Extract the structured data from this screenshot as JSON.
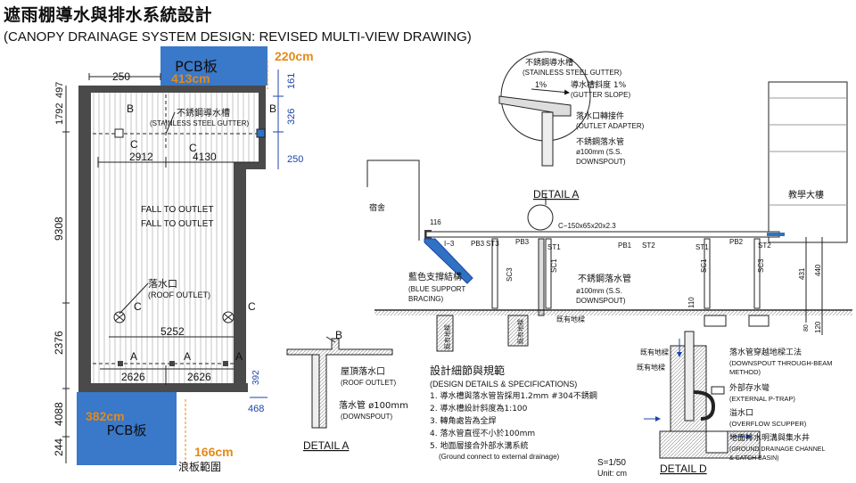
{
  "title": "遮雨棚導水與排水系統設計",
  "subtitle": "(CANOPY DRAINAGE SYSTEM DESIGN: REVISED MULTI-VIEW DRAWING)",
  "plan": {
    "pcb_top_label": "PCB板",
    "pcb_top_dim": "413cm",
    "pcb_top_height": "220cm",
    "pcb_bottom_label": "PCB板",
    "pcb_bottom_dim": "382cm",
    "pcb_bottom_height": "166cm",
    "dim_250_top": "250",
    "dim_497": "497",
    "dim_1792": "1792",
    "dim_9308": "9308",
    "dim_2376": "2376",
    "dim_4088": "4088",
    "dim_244": "244",
    "dim_161": "161",
    "dim_326": "326",
    "dim_250_right": "250",
    "dim_2912": "2912",
    "dim_4130": "4130",
    "dim_5252": "5252",
    "dim_2626_a": "2626",
    "dim_2626_b": "2626",
    "dim_468": "468",
    "dim_392": "392",
    "gutter_zh": "不銹鋼導水槽",
    "gutter_en": "(STAINLESS STEEL GUTTER)",
    "fall_1": "FALL TO OUTLET",
    "fall_2": "FALL TO OUTLET",
    "roof_outlet_zh": "落水口",
    "roof_outlet_en": "(ROOF OUTLET)",
    "label_b1": "B",
    "label_b2": "B",
    "label_c1": "C",
    "label_c2": "C",
    "label_c3": "C",
    "label_c4": "C",
    "label_a1": "A",
    "label_a2": "A",
    "label_a3": "A",
    "wave_board": "浪板範圍"
  },
  "detail_a_top": {
    "gutter_zh": "不銹鋼導水槽",
    "gutter_en": "(STAINLESS STEEL GUTTER)",
    "slope_pct": "1%",
    "slope_zh": "導水槽斜度 1%",
    "slope_en": "(GUTTER SLOPE)",
    "adapter_zh": "落水口轉接件",
    "adapter_en": "(OUTLET ADAPTER)",
    "downspout_zh": "不銹鋼落水管",
    "downspout_size": "ø100mm (S.S.",
    "downspout_en": "DOWNSPOUT)",
    "caption": "DETAIL A"
  },
  "elevation": {
    "dorm": "宿舍",
    "teaching": "教學大樓",
    "beam": "C−150x65x20x2.3",
    "dim_116": "116",
    "i3": "I−3",
    "labels": [
      "PB3",
      "ST3",
      "PB3",
      "ST1",
      "PB1",
      "ST2",
      "ST1",
      "PB2",
      "ST2"
    ],
    "sc3_a": "SC3",
    "sc1_a": "SC1",
    "sc1_b": "SC1",
    "sc3_b": "SC3",
    "blue_zh": "藍色支撐結構",
    "blue_en1": "(BLUE SUPPORT",
    "blue_en2": "BRACING)",
    "ds_zh": "不銹鋼落水管",
    "ds_size": "ø100mm (S.S.",
    "ds_en": "DOWNSPOUT)",
    "existing_beam": "既有地樑",
    "existing_beam_v1": "既有地樑",
    "existing_beam_v2": "既有地樑",
    "dim_110": "110",
    "dim_431": "431",
    "dim_440": "440",
    "dim_80": "80",
    "dim_120": "120"
  },
  "detail_b": {
    "label_b": "B",
    "outlet_zh": "屋頂落水口",
    "outlet_en": "(ROOF OUTLET)",
    "pipe_zh": "落水管 ø100mm",
    "pipe_en": "(DOWNSPOUT)",
    "caption": "DETAIL A"
  },
  "specs": {
    "heading_zh": "設計細節與規範",
    "heading_en": "(DESIGN DETAILS & SPECIFICATIONS)",
    "items": [
      "1. 導水槽與落水管皆採用1.2mm #304不銹鋼",
      "2. 導水槽設計斜度為1:100",
      "3. 轉角處皆為全焊",
      "4. 落水管直徑不小於100mm",
      "5. 地面層接合外部水溝系統"
    ],
    "item5_en": "(Ground connect to external drainage)",
    "scale": "S=1/50",
    "unit": "Unit: cm"
  },
  "detail_d": {
    "existing_1": "既有地樑",
    "existing_2": "既有地樑",
    "through_zh": "落水管穿越地樑工法",
    "through_en1": "(DOWNSPOUT THROUGH-BEAM",
    "through_en2": "METHOD)",
    "ptrap_zh": "外部存水彎",
    "ptrap_en": "(EXTERNAL P-TRAP)",
    "overflow_zh": "溢水口",
    "overflow_en": "(OVERFLOW SCUPPER)",
    "ground_zh": "地面排水明溝與集水井",
    "ground_en1": "(GROUND DRAINAGE CHANNEL",
    "ground_en2": "& CATCH BASIN)",
    "caption": "DETAIL D"
  },
  "colors": {
    "accent_blue": "#2f72c4",
    "pcb_blue": "#3a78c9",
    "dim_blue": "#1e44a8",
    "orange": "#e58a16"
  }
}
